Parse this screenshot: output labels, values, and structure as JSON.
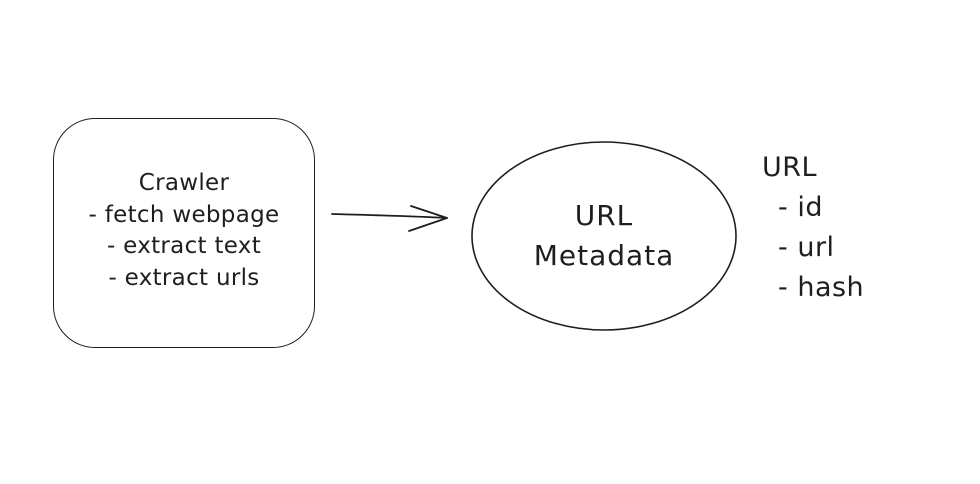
{
  "crawler": {
    "title": "Crawler",
    "items": [
      "- fetch webpage",
      "- extract text",
      "- extract urls"
    ]
  },
  "ellipse": {
    "lines": [
      "URL",
      "Metadata"
    ]
  },
  "url_schema": {
    "title": "URL",
    "fields": [
      "- id",
      "- url",
      "- hash"
    ]
  },
  "colors": {
    "stroke": "#1e1e1e",
    "background": "#ffffff"
  }
}
